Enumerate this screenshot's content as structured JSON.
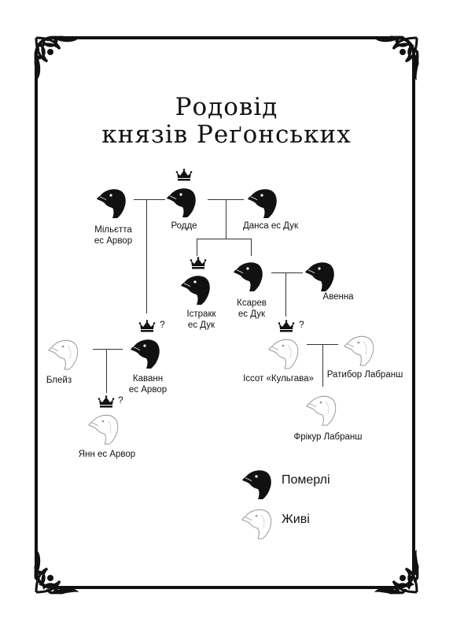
{
  "title": {
    "line1": "Родовід",
    "line2": "князів Реґонських"
  },
  "people": {
    "milietta": {
      "line1": "Мільєтта",
      "line2": "ес Арвор"
    },
    "rodde": "Родде",
    "dansa": "Данса ес Дук",
    "istrakk": {
      "line1": "Істракк",
      "line2": "ес Дук"
    },
    "ksarev": {
      "line1": "Ксарев",
      "line2": "ес Дук"
    },
    "avenna": "Авенна",
    "bleiz": "Блейз",
    "kavann": {
      "line1": "Каванн",
      "line2": "ес Арвор"
    },
    "issot": "Іссот «Кульгава»",
    "ratybor": "Ратибор Лабранш",
    "yann": "Янн ес Арвор",
    "frikur": "Фрікур Лабранш"
  },
  "uncertain_mark": "?",
  "legend": {
    "deceased": "Померлі",
    "alive": "Живі"
  },
  "colors": {
    "ink": "#111111",
    "alive_outline": "#9a9a9a",
    "background": "#ffffff"
  },
  "icons": {
    "deceased": "black-raven-head-icon",
    "alive": "outlined-raven-head-icon",
    "ruler": "crown-icon"
  }
}
